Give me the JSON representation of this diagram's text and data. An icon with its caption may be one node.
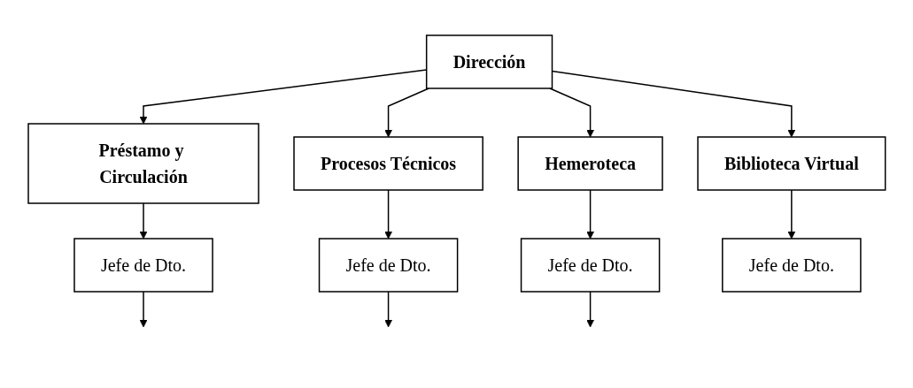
{
  "diagram": {
    "nodes": [
      {
        "text": [
          "Dirección"
        ]
      },
      {
        "text": [
          "Préstamo y Circulación"
        ]
      },
      {
        "text": [
          "Procesos Técnicos"
        ]
      },
      {
        "text": [
          "Hemeroteca"
        ]
      },
      {
        "text": [
          "Biblioteca Virtual"
        ]
      },
      {
        "text": [
          "Jefe de Dto."
        ]
      },
      {
        "text": [
          "Jefe de Dto."
        ]
      },
      {
        "text": [
          "Jefe de Dto."
        ]
      },
      {
        "text": [
          "Jefe de Dto."
        ]
      }
    ],
    "edges": [
      {
        "from": 0,
        "to": 1,
        "arrow": "to"
      },
      {
        "from": 0,
        "to": 2,
        "arrow": "to"
      },
      {
        "from": 0,
        "to": 3,
        "arrow": "to"
      },
      {
        "from": 0,
        "to": 4,
        "arrow": "to"
      },
      {
        "from": 1,
        "to": 5,
        "arrow": "to"
      },
      {
        "from": 2,
        "to": 6,
        "arrow": "to"
      },
      {
        "from": 3,
        "to": 7,
        "arrow": "to"
      },
      {
        "from": 4,
        "to": 8,
        "arrow": "to"
      },
      {
        "from": 5,
        "to": null,
        "arrow": "to"
      },
      {
        "from": 6,
        "to": null,
        "arrow": "to"
      },
      {
        "from": 7,
        "to": null,
        "arrow": "to"
      }
    ]
  }
}
